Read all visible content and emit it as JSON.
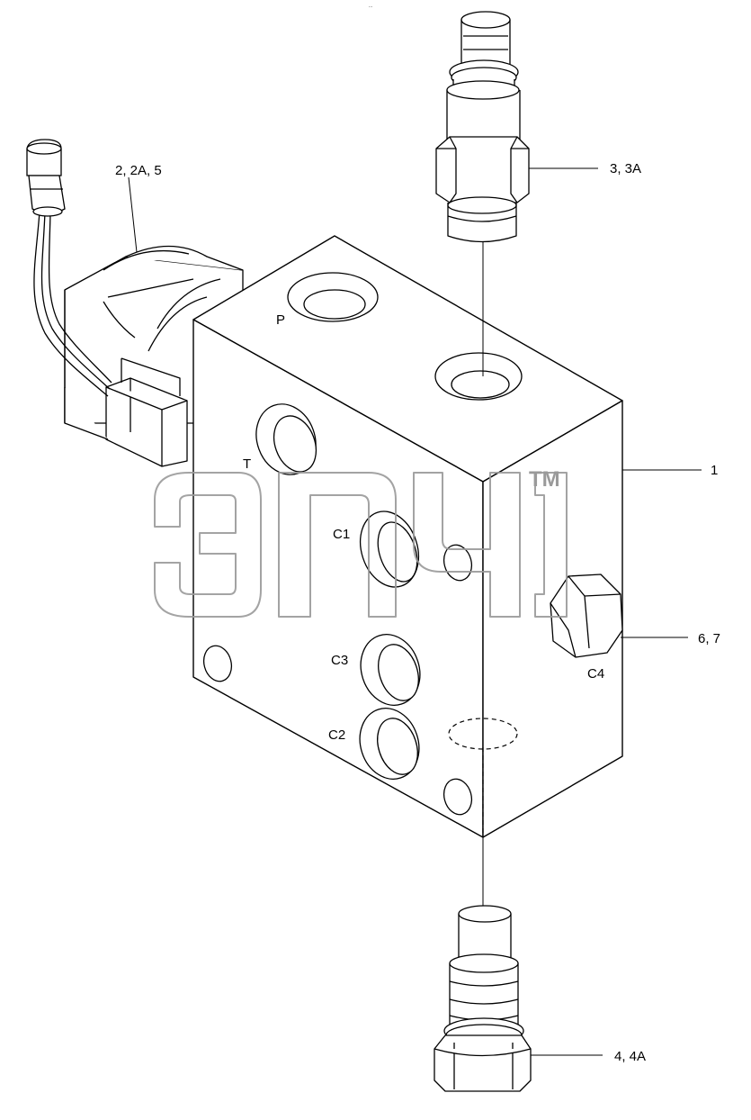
{
  "header_mark": "...",
  "callouts": {
    "solenoid": "2, 2A, 5",
    "top_cartridge": "3, 3A",
    "body": "1",
    "plug": "6, 7",
    "bottom_cartridge": "4, 4A"
  },
  "ports": {
    "p": "P",
    "t": "T",
    "c1": "C1",
    "c2": "C2",
    "c3": "C3",
    "c4": "C4"
  },
  "watermark": {
    "logo_text": "ЗПЧ",
    "tm": "TM"
  }
}
